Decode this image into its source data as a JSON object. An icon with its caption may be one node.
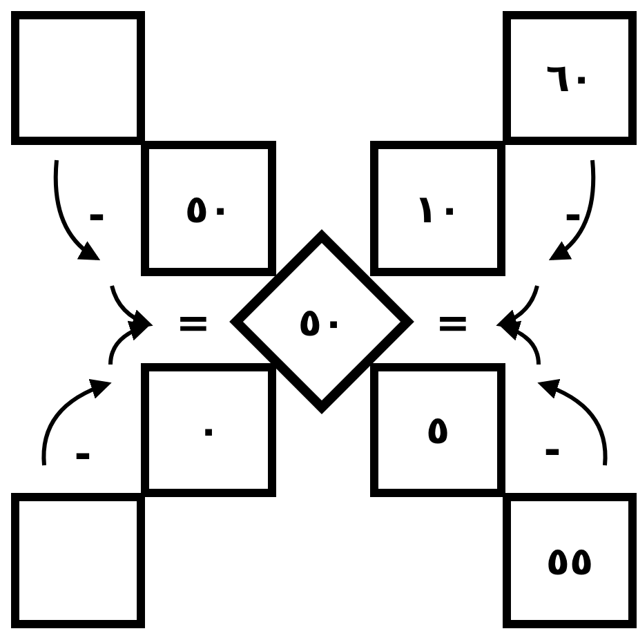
{
  "diagram": {
    "nodes": [
      {
        "text": [],
        "shape": "box"
      },
      {
        "text": [
          "٦٠"
        ]
      },
      {
        "text": [
          "٥٠"
        ]
      },
      {
        "text": [
          "١٠"
        ]
      },
      {
        "text": [
          "٥٠"
        ]
      },
      {
        "text": [
          "٠"
        ]
      },
      {
        "text": [
          "٥"
        ]
      },
      {
        "text": [],
        "shape": "box"
      },
      {
        "text": [
          "٥٥"
        ]
      }
    ],
    "labels": [
      "-",
      "-",
      "=",
      "=",
      "-",
      "-"
    ]
  }
}
